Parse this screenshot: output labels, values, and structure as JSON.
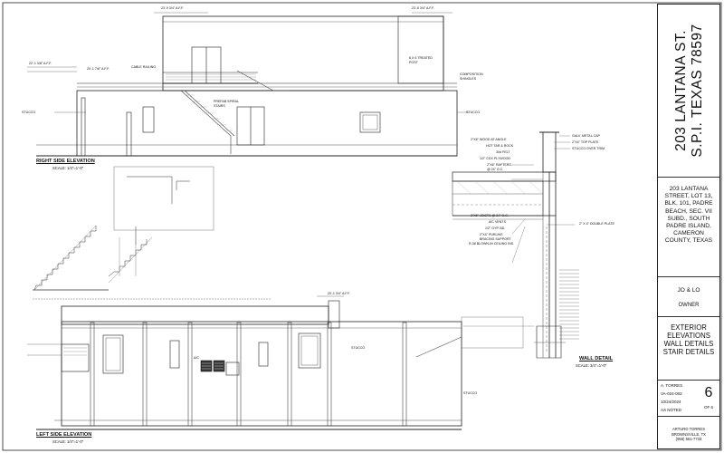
{
  "title_block": {
    "address_line1": "203 LANTANA ST.",
    "address_line2": "S.P.I. TEXAS 78597",
    "legal_description": "203 LANTANA STREET, LOT 13, BLK. 101, PADRE BEACH, SEC. VII SUBD., SOUTH PADRE ISLAND, CAMERON COUNTY, TEXAS",
    "owner_name": "JO & LO",
    "owner_label": "OWNER",
    "sheet_title": "EXTERIOR ELEVATIONS WALL DETAILS STAIR DETAILS",
    "drawn_by": "A. TORRES",
    "job_number": "VA-024-002",
    "date": "10/24/2024",
    "scale": "AS NOTED",
    "sheet_number": "6",
    "sheet_of": "OF 6",
    "firm_name": "ARTURO TORRES",
    "firm_city": "BROWNSVILLE, TX",
    "firm_phone": "(956) 561-7733"
  },
  "views": {
    "right_elevation": {
      "title": "RIGHT SIDE ELEVATION",
      "scale": "SCALE: 1/4\"=1'-0\""
    },
    "left_elevation": {
      "title": "LEFT SIDE ELEVATION",
      "scale": "SCALE: 1/4\"=1'-0\""
    },
    "wall_detail": {
      "title": "WALL DETAIL",
      "scale": "SCALE: 3/4\"=1'-0\""
    }
  },
  "annotations": {
    "dim_top_left": "23'-9 3/4\" A.F.F.",
    "dim_top_right": "23'-8 3/4\" A.F.F.",
    "dim_mid_left": "22'-1 3/8\" A.F.F.",
    "dim_mid_left2": "20'-1 7/8\" A.F.F.",
    "dim_low_right": "20'-1 3/4\" A.F.F.",
    "stucco_1": "STUCCO",
    "stucco_2": "STUCCO",
    "stucco_3": "STUCCO",
    "stucco_4": "STUCCO",
    "cable_railing": "CABLE RAILING",
    "treated_post": "6 X 6 TREATED POST",
    "composition_shingles": "COMPOSITION SHINGLES",
    "prefab_spiral": "PREFAB SPIRAL STAIRS",
    "galv_cap": "GALV. METAL CAP",
    "top_plate": "2\"X4\" TOP PLATE",
    "stucco_over_trim": "STUCCO OVER TRIM",
    "wood_angle": "2\"X6\" WOOD AT ANGLE",
    "hot_tar": "HOT TAR & ROCK",
    "felt": "30# FELT",
    "plywood": "1/2\" CDX PLYWOOD",
    "rafters": "2\"X6\" RAFTERS @ 24\" O.C.",
    "double_plate": "2\" X 4\" DOUBLE PLATE",
    "joists": "2\"X6\" JOISTS @ 24\" O.C.",
    "ac_vents": "A/C VENTS",
    "gyp": "1/2\" GYP. BD.",
    "purlins": "2\"X4\" PURLINS BRACING SUPPORT",
    "insulation": "R-38 BLOWN-IN CEILING INS.",
    "ac": "A/C"
  }
}
